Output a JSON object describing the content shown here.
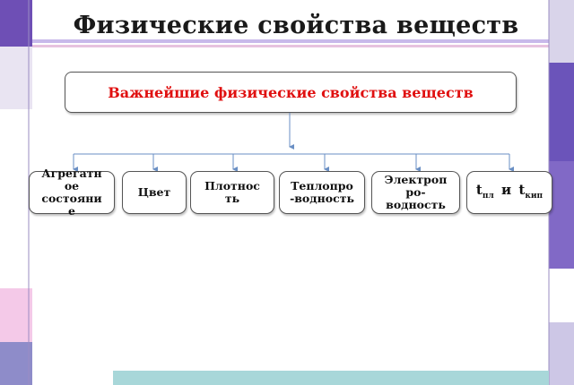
{
  "slide": {
    "title": "Физические свойства веществ",
    "root_label": "Важнейшие физические свойства веществ",
    "nodes": [
      {
        "lines": [
          "Агрегатн",
          "ое",
          "состояни",
          "е"
        ]
      },
      {
        "lines": [
          "Цвет"
        ]
      },
      {
        "lines": [
          "Плотнос",
          "ть"
        ]
      },
      {
        "lines": [
          "Теплопро",
          "-водность"
        ]
      },
      {
        "lines": [
          "Электроп",
          "ро-",
          "водность"
        ]
      }
    ],
    "temp_node": {
      "t1": "t",
      "sub1": "пл",
      "conj": "и",
      "t2": "t",
      "sub2": "кип"
    }
  }
}
